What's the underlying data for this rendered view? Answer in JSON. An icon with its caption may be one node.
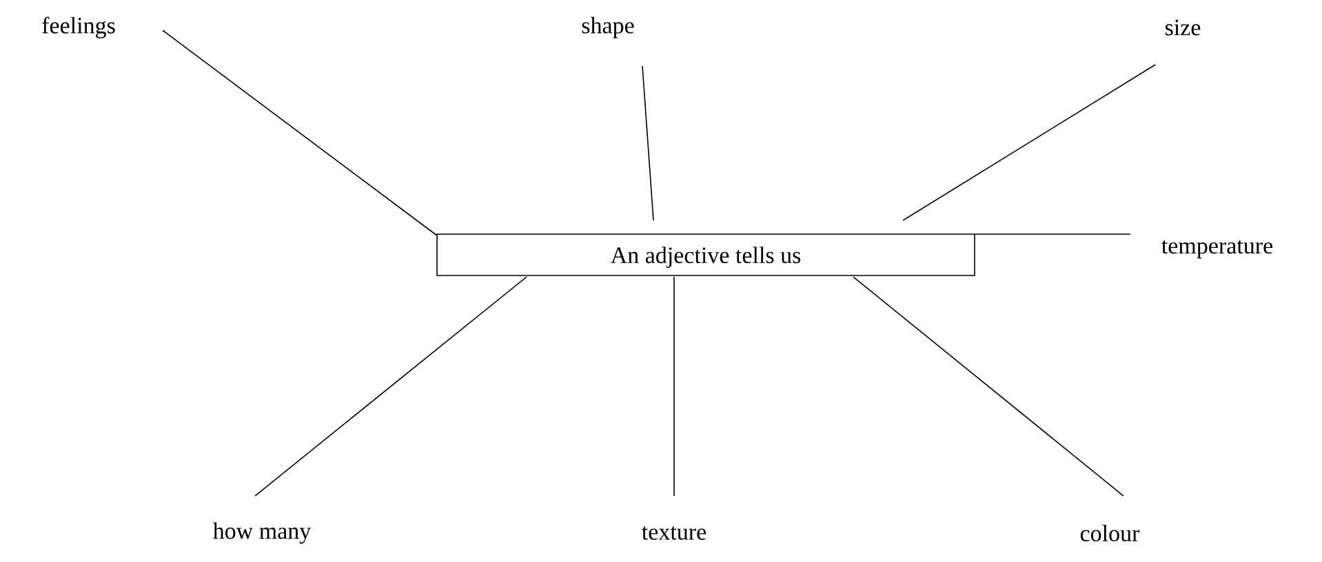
{
  "diagram": {
    "nodes": [
      {
        "text": [
          "An adjective tells us"
        ]
      },
      {
        "text": [
          "feelings"
        ]
      },
      {
        "text": [
          "shape"
        ]
      },
      {
        "text": [
          "size"
        ]
      },
      {
        "text": [
          "temperature"
        ]
      },
      {
        "text": [
          "how many"
        ]
      },
      {
        "text": [
          "texture"
        ]
      },
      {
        "text": [
          "colour"
        ]
      }
    ],
    "edges": [
      {
        "from": 0,
        "to": 1,
        "arrow": "none"
      },
      {
        "from": 0,
        "to": 2,
        "arrow": "none"
      },
      {
        "from": 0,
        "to": 3,
        "arrow": "none"
      },
      {
        "from": 0,
        "to": 4,
        "arrow": "none"
      },
      {
        "from": 0,
        "to": 5,
        "arrow": "none"
      },
      {
        "from": 0,
        "to": 6,
        "arrow": "none"
      },
      {
        "from": 0,
        "to": 7,
        "arrow": "none"
      }
    ]
  }
}
